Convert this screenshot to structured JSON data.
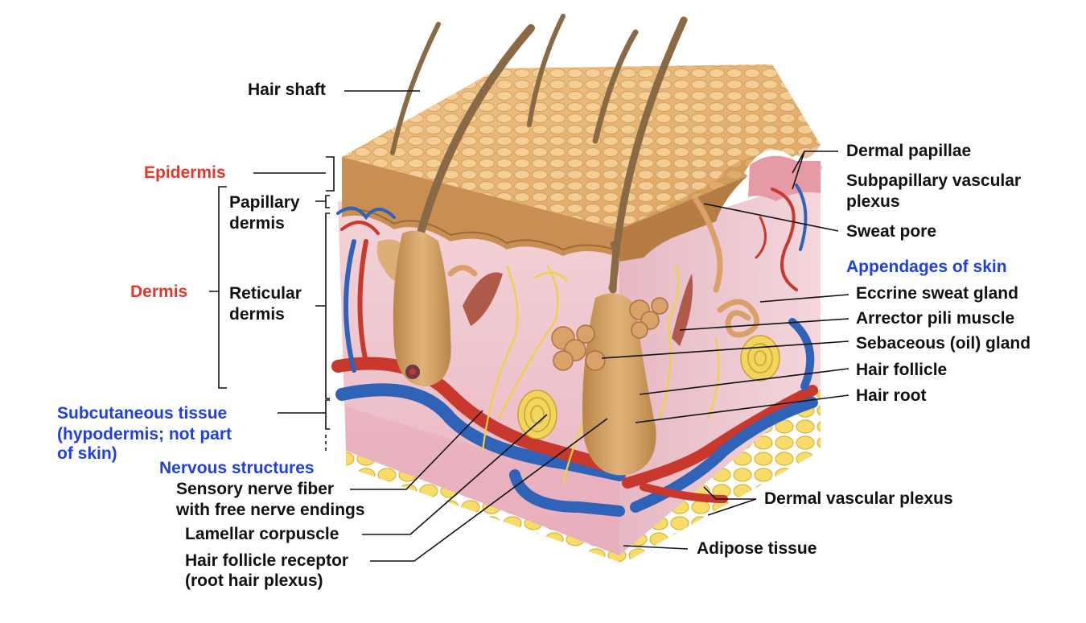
{
  "colors": {
    "label": "#111111",
    "layer_heading": "#e0382a",
    "group_heading": "#1f3fe6",
    "skin_surface": "#d9a766",
    "dermis": "#efc8cf",
    "artery": "#c8382c",
    "vein": "#2f63b8",
    "fat": "#f2d25a",
    "nerve": "#f0d040",
    "hair": "#8a6a44"
  },
  "labels": {
    "hair_shaft": "Hair shaft",
    "epidermis": "Epidermis",
    "papillary_dermis_1": "Papillary",
    "papillary_dermis_2": "dermis",
    "dermis": "Dermis",
    "reticular_dermis_1": "Reticular",
    "reticular_dermis_2": "dermis",
    "subcutaneous": "Subcutaneous tissue",
    "subcutaneous_note_1": "(hypodermis; not part",
    "subcutaneous_note_2": "of skin)",
    "nervous_structures": "Nervous structures",
    "sensory_nerve_1": "Sensory nerve fiber",
    "sensory_nerve_2": "with free nerve endings",
    "lamellar": "Lamellar corpuscle",
    "hair_follicle_receptor_1": "Hair follicle receptor",
    "hair_follicle_receptor_2": "(root hair plexus)",
    "dermal_papillae": "Dermal papillae",
    "subpapillary_1": "Subpapillary vascular",
    "subpapillary_2": "plexus",
    "sweat_pore": "Sweat pore",
    "appendages": "Appendages of skin",
    "eccrine": "Eccrine sweat gland",
    "arrector": "Arrector pili muscle",
    "sebaceous": "Sebaceous (oil) gland",
    "hair_follicle": "Hair follicle",
    "hair_root": "Hair root",
    "dermal_vascular": "Dermal vascular plexus",
    "adipose": "Adipose tissue"
  }
}
